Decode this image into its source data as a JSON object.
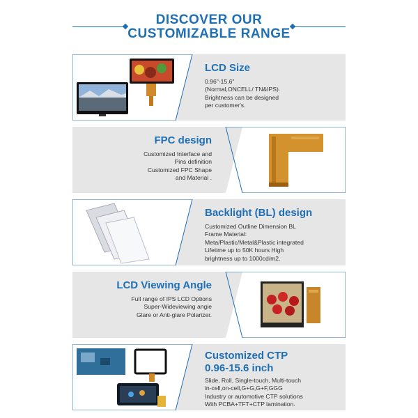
{
  "header": {
    "line1": "DISCOVER OUR",
    "line2": "CUSTOMIZABLE RANGE"
  },
  "sections": [
    {
      "title": "LCD Size",
      "lines": [
        "0.96\"-15.6\"",
        "(Normal,ONCELL/ TN&IPS).",
        "Brightness can be designed",
        "per customer's."
      ]
    },
    {
      "title": "FPC design",
      "lines": [
        "Customized Interface and",
        "Pins definition",
        "Customized FPC Shape",
        "and Material ."
      ]
    },
    {
      "title": "Backlight (BL) design",
      "lines": [
        "Customized Outline Dimension BL",
        "Frame Material:",
        "Meta/Plastic/Metal&Plastic integrated",
        "Lifetime up to 50K hours High",
        "brightness up to 1000cd/m2."
      ]
    },
    {
      "title": "LCD Viewing Angle",
      "lines": [
        "Full range of IPS LCD Options",
        "Super-Wideviewing angie",
        "Glare or Anti-glare Polarizer."
      ]
    },
    {
      "title_line1": "Customized CTP",
      "title_line2": "0.96-15.6 inch",
      "lines": [
        "Slide, Roll, Single-touch, Multi-touch",
        "in-cell,on-cell,G+G,G+F,GGG",
        "Industry or automotive CTP solutions",
        "With PCBA+TFT+CTP lamination."
      ]
    }
  ],
  "colors": {
    "accent": "#1f6fb5",
    "panel": "#e6e6e6",
    "body_text": "#333333"
  }
}
